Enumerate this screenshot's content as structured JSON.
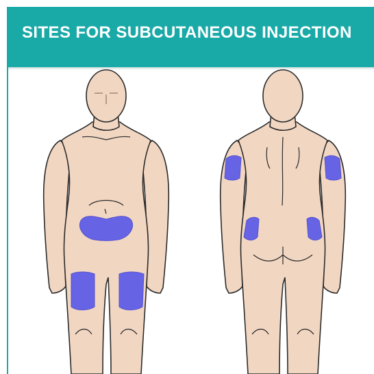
{
  "header": {
    "title": "SITES FOR SUBCUTANEOUS INJECTION"
  },
  "colors": {
    "banner": "#19aaa8",
    "skin": "#f1d6c2",
    "outline": "#2b2b2b",
    "injection_site": "#5b5be8"
  },
  "figures": {
    "front": {
      "view": "front",
      "injection_sites": [
        "abdomen",
        "left-thigh",
        "right-thigh"
      ]
    },
    "back": {
      "view": "back",
      "injection_sites": [
        "left-upper-arm",
        "right-upper-arm",
        "left-upper-buttock",
        "right-upper-buttock"
      ]
    }
  }
}
